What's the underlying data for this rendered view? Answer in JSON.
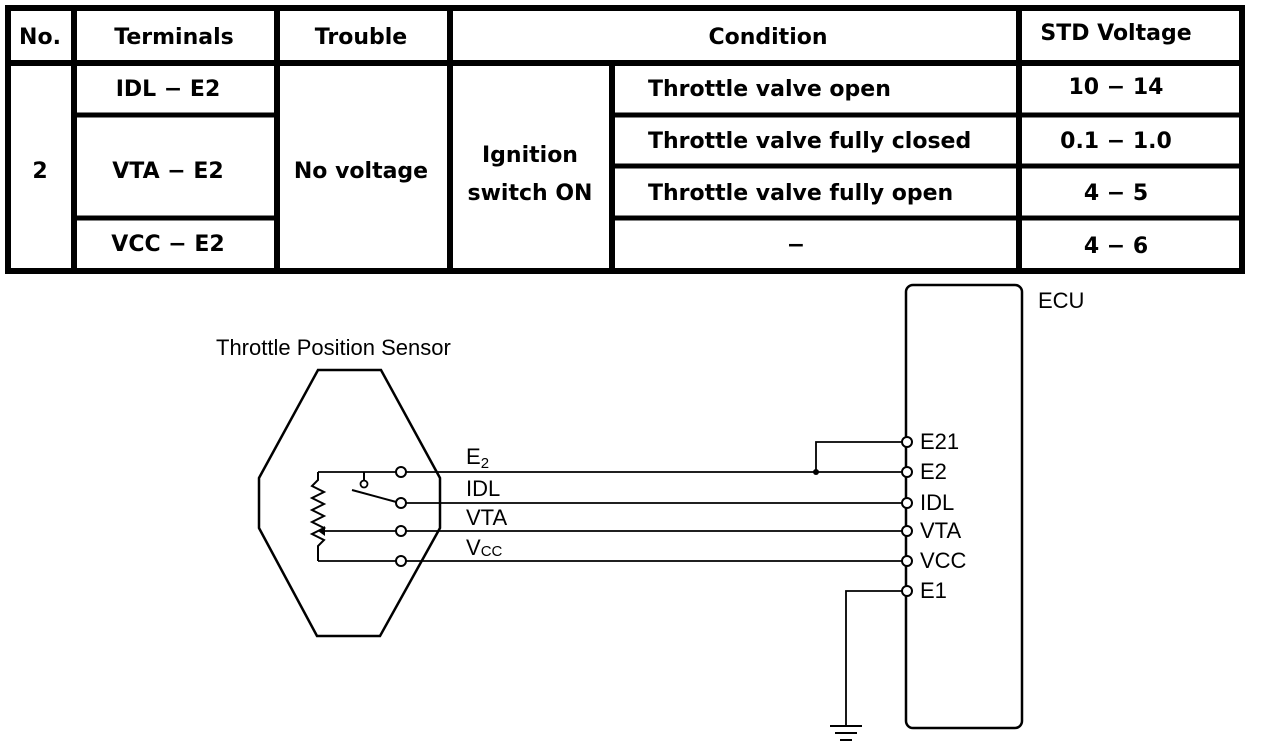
{
  "table": {
    "headers": {
      "no": "No.",
      "terminals": "Terminals",
      "trouble": "Trouble",
      "condition": "Condition",
      "std_voltage": "STD Voltage"
    },
    "no": "2",
    "trouble": "No voltage",
    "ignition_line1": "Ignition",
    "ignition_line2": "switch ON",
    "terminals": [
      "IDL − E2",
      "VTA − E2",
      "VCC − E2"
    ],
    "conditions": [
      "Throttle valve open",
      "Throttle valve fully closed",
      "Throttle valve fully open",
      "−"
    ],
    "voltages": [
      "10 − 14",
      "0.1 − 1.0",
      "4 − 5",
      "4 − 6"
    ]
  },
  "diagram": {
    "sensor_label": "Throttle Position Sensor",
    "ecu_label": "ECU",
    "wires": {
      "e2_main": "E",
      "e2_sub": "2",
      "idl": "IDL",
      "vta": "VTA",
      "vcc_main": "V",
      "vcc_sub": "CC"
    },
    "ecu_pins": [
      "E21",
      "E2",
      "IDL",
      "VTA",
      "VCC",
      "E1"
    ]
  }
}
